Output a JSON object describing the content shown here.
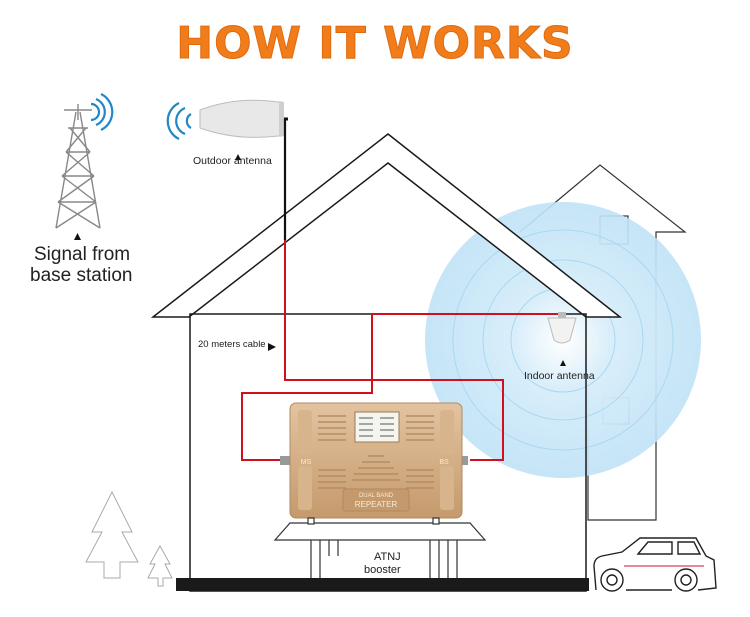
{
  "title": "HOW IT WORKS",
  "labels": {
    "outdoor_antenna": "Outdoor antenna",
    "signal_line1": "Signal from",
    "signal_line2": "base station",
    "cable": "20 meters cable",
    "indoor_antenna": "Indoor antenna",
    "booster_line1": "ATNJ",
    "booster_line2": "booster"
  },
  "device": {
    "line1": "DUAL BAND",
    "line2": "REPEATER",
    "port_left": "MS",
    "port_right": "BS"
  },
  "colors": {
    "title": "#f07c1a",
    "cable": "#d0101c",
    "device": "#cfa77c",
    "signal_blue": "#35a0dc"
  }
}
